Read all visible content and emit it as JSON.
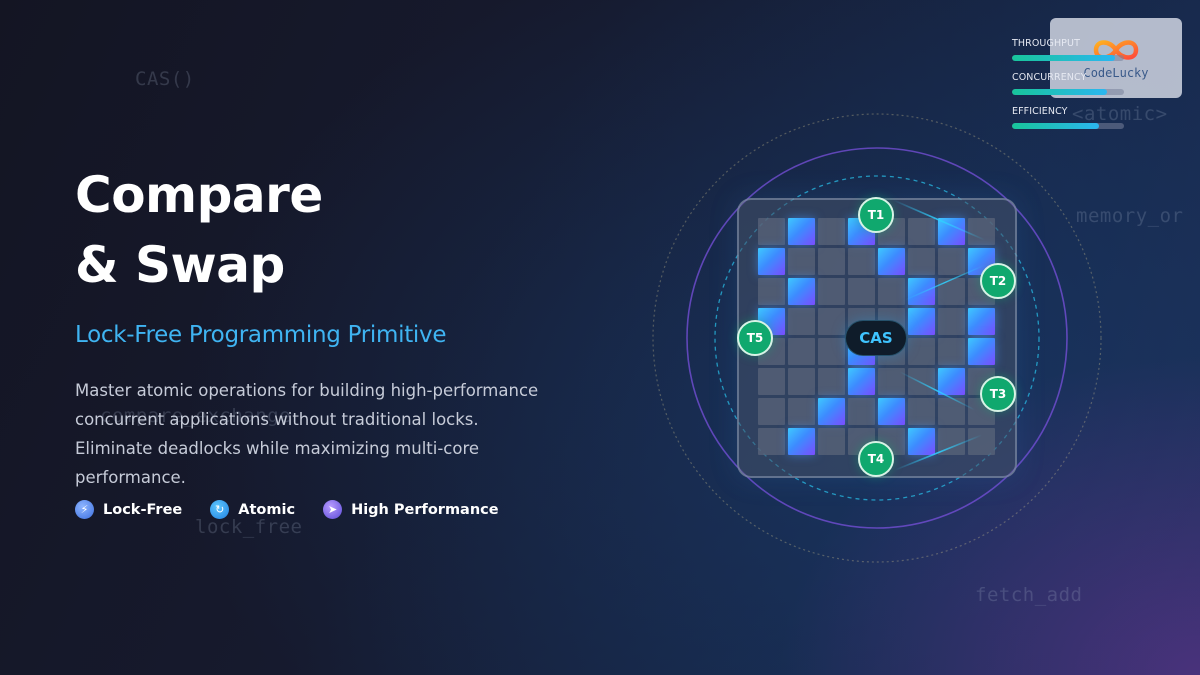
{
  "background_words": [
    "CAS()",
    "<atomic>",
    "memory_or",
    "compare_exchange",
    "lock_free",
    "fetch_add"
  ],
  "logo": {
    "text": "CodeLucky",
    "icon": "infinity-loop-icon"
  },
  "metrics": [
    {
      "label": "THROUGHPUT",
      "value": 0.92
    },
    {
      "label": "CONCURRENCY",
      "value": 0.85
    },
    {
      "label": "EFFICIENCY",
      "value": 0.78
    }
  ],
  "hero": {
    "title_line1": "Compare",
    "title_line2": "& Swap",
    "subtitle": "Lock-Free Programming Primitive",
    "description": "Master atomic operations for building high-performance concurrent applications without traditional locks. Eliminate deadlocks while maximizing multi-core performance."
  },
  "features": [
    {
      "label": "Lock-Free",
      "icon": "bolt-icon"
    },
    {
      "label": "Atomic",
      "icon": "sync-icon"
    },
    {
      "label": "High Performance",
      "icon": "rocket-icon"
    }
  ],
  "visualization": {
    "center_label": "CAS",
    "threads": [
      "T1",
      "T2",
      "T3",
      "T4",
      "T5"
    ],
    "grid_active": [
      [
        0,
        1,
        0,
        1,
        0,
        0,
        1,
        0
      ],
      [
        1,
        0,
        0,
        0,
        1,
        0,
        0,
        1
      ],
      [
        0,
        1,
        0,
        0,
        0,
        1,
        0,
        0
      ],
      [
        1,
        0,
        0,
        0,
        0,
        1,
        0,
        1
      ],
      [
        0,
        0,
        0,
        1,
        0,
        0,
        0,
        1
      ],
      [
        0,
        0,
        0,
        1,
        0,
        0,
        1,
        0
      ],
      [
        0,
        0,
        1,
        0,
        1,
        0,
        0,
        0
      ],
      [
        0,
        1,
        0,
        0,
        0,
        1,
        0,
        0
      ]
    ]
  },
  "colors": {
    "accent_blue": "#3fb4f2",
    "thread_green": "#10a86e",
    "metric_gradient_start": "#18c59b",
    "metric_gradient_end": "#2bb6f0"
  }
}
